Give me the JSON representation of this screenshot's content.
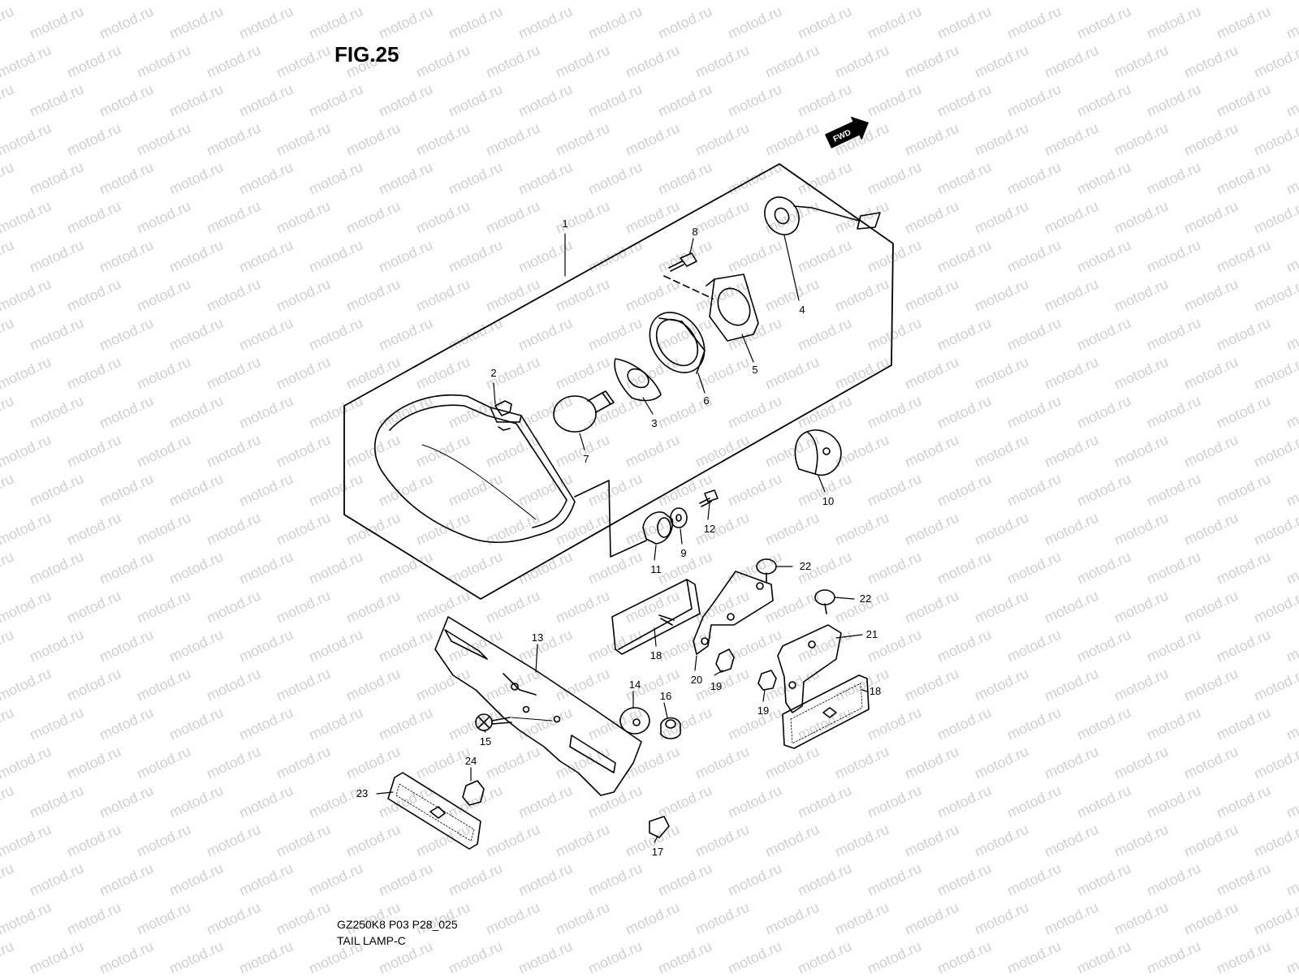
{
  "figure": {
    "title": "FIG.25",
    "watermark": "motod.ru",
    "fwd_label": "FWD",
    "footer_code": "GZ250K8 P03 P28_025",
    "footer_name": "TAIL LAMP-C"
  },
  "callouts": [
    "1",
    "2",
    "3",
    "4",
    "5",
    "6",
    "7",
    "8",
    "9",
    "10",
    "11",
    "12",
    "13",
    "14",
    "15",
    "16",
    "17",
    "18",
    "18",
    "19",
    "19",
    "20",
    "21",
    "22",
    "22",
    "23",
    "24"
  ],
  "colors": {
    "ink": "#000000",
    "watermark": "#d0d0d0",
    "background": "#ffffff"
  }
}
